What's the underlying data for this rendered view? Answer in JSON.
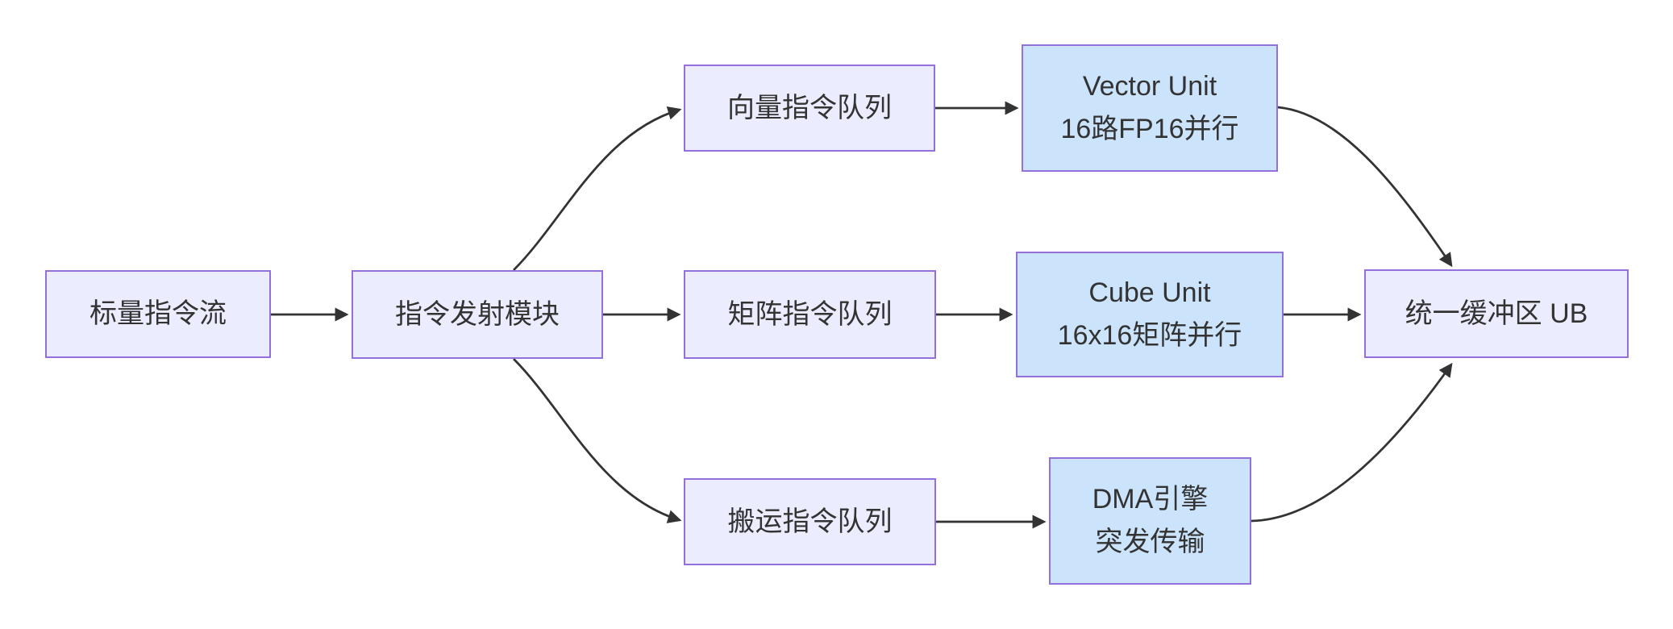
{
  "nodes": {
    "scalar_stream": {
      "label": "标量指令流"
    },
    "dispatch": {
      "label": "指令发射模块"
    },
    "vector_queue": {
      "label": "向量指令队列"
    },
    "matrix_queue": {
      "label": "矩阵指令队列"
    },
    "move_queue": {
      "label": "搬运指令队列"
    },
    "vector_unit": {
      "line1": "Vector Unit",
      "line2": "16路FP16并行"
    },
    "cube_unit": {
      "line1": "Cube Unit",
      "line2": "16x16矩阵并行"
    },
    "dma_engine": {
      "line1": "DMA引擎",
      "line2": "突发传输"
    },
    "unified_buffer": {
      "label": "统一缓冲区 UB"
    }
  },
  "edges": [
    {
      "from": "scalar_stream",
      "to": "dispatch"
    },
    {
      "from": "dispatch",
      "to": "vector_queue"
    },
    {
      "from": "dispatch",
      "to": "matrix_queue"
    },
    {
      "from": "dispatch",
      "to": "move_queue"
    },
    {
      "from": "vector_queue",
      "to": "vector_unit"
    },
    {
      "from": "matrix_queue",
      "to": "cube_unit"
    },
    {
      "from": "move_queue",
      "to": "dma_engine"
    },
    {
      "from": "vector_unit",
      "to": "unified_buffer"
    },
    {
      "from": "cube_unit",
      "to": "unified_buffer"
    },
    {
      "from": "dma_engine",
      "to": "unified_buffer"
    }
  ],
  "colors": {
    "background": "#FFFFFF",
    "node_fill": "#ECECFF",
    "unit_fill": "#CBE3FB",
    "border": "#9370DB",
    "edge": "#333333",
    "text": "#333333"
  }
}
